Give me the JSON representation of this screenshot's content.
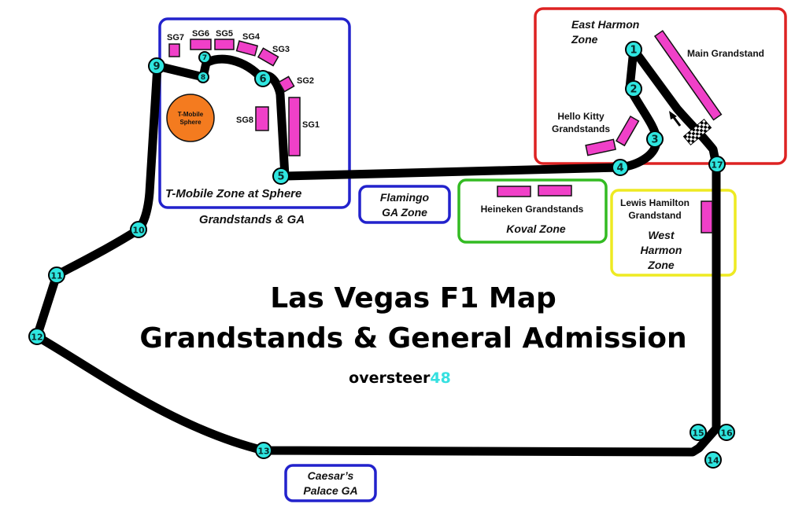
{
  "title": {
    "line1": "Las Vegas F1 Map",
    "line2": "Grandstands & General Admission"
  },
  "brand": {
    "text": "oversteer",
    "number": "48",
    "accent_color": "#35e0e0"
  },
  "colors": {
    "track": "#000000",
    "turn_marker": "#2fe6e0",
    "grandstand": "#f040c8",
    "sphere": "#f47b1f",
    "zone_blue": "#2222cc",
    "zone_red": "#dd2222",
    "zone_green": "#33bb22",
    "zone_yellow": "#eeea22"
  },
  "zones": [
    {
      "id": "t-mobile",
      "name": "T-Mobile Zone at Sphere",
      "subtitle": "Grandstands & GA",
      "color": "blue"
    },
    {
      "id": "east-harmon",
      "name": "East Harmon Zone",
      "line1": "East Harmon",
      "line2": "Zone",
      "color": "red"
    },
    {
      "id": "flamingo",
      "line1": "Flamingo",
      "line2": "GA Zone",
      "color": "blue"
    },
    {
      "id": "koval",
      "name": "Koval Zone",
      "grandstand": "Heineken Grandstands",
      "color": "green"
    },
    {
      "id": "west-harmon",
      "line1": "West",
      "line2": "Harmon",
      "line3": "Zone",
      "grandstand_line1": "Lewis Hamilton",
      "grandstand_line2": "Grandstand",
      "color": "yellow"
    },
    {
      "id": "caesars",
      "line1": "Caesar’s",
      "line2": "Palace GA",
      "color": "blue"
    }
  ],
  "grandstands": {
    "sphere": [
      "SG1",
      "SG2",
      "SG3",
      "SG4",
      "SG5",
      "SG6",
      "SG7",
      "SG8"
    ],
    "main": "Main Grandstand",
    "hello_kitty_line1": "Hello Kitty",
    "hello_kitty_line2": "Grandstands"
  },
  "landmarks": {
    "sphere_line1": "T-Mobile",
    "sphere_line2": "Sphere"
  },
  "turns": [
    "1",
    "2",
    "3",
    "4",
    "5",
    "6",
    "7",
    "8",
    "9",
    "10",
    "11",
    "12",
    "13",
    "14",
    "15",
    "16",
    "17"
  ]
}
